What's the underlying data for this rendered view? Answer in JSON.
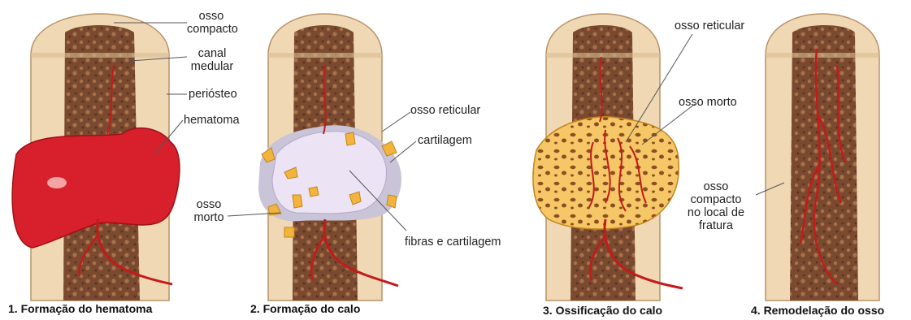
{
  "colors": {
    "bone": "#f0d8b4",
    "bone_edge": "#b89268",
    "marrow": "#7a4a30",
    "blood": "#d8202c",
    "callus": "#ece3f4",
    "cartilage": "#f2b43c",
    "woven": "#f4c060",
    "vessel": "#c41a1a"
  },
  "panels": [
    {
      "caption": "1. Formação do hematoma"
    },
    {
      "caption": "2. Formação do calo"
    },
    {
      "caption": "3. Ossificação do calo"
    },
    {
      "caption": "4. Remodelação do osso"
    }
  ],
  "labels": {
    "osso_compacto_1": "osso",
    "osso_compacto_2": "compacto",
    "canal_1": "canal",
    "canal_2": "medular",
    "periosteo": "periósteo",
    "hematoma": "hematoma",
    "osso_reticular_2": "osso reticular",
    "cartilagem": "cartilagem",
    "osso_morto_2a": "osso",
    "osso_morto_2b": "morto",
    "fibras": "fibras e cartilagem",
    "osso_reticular_3": "osso reticular",
    "osso_morto_3": "osso morto",
    "compacto_local_1": "osso",
    "compacto_local_2": "compacto",
    "compacto_local_3": "no local de",
    "compacto_local_4": "fratura"
  }
}
